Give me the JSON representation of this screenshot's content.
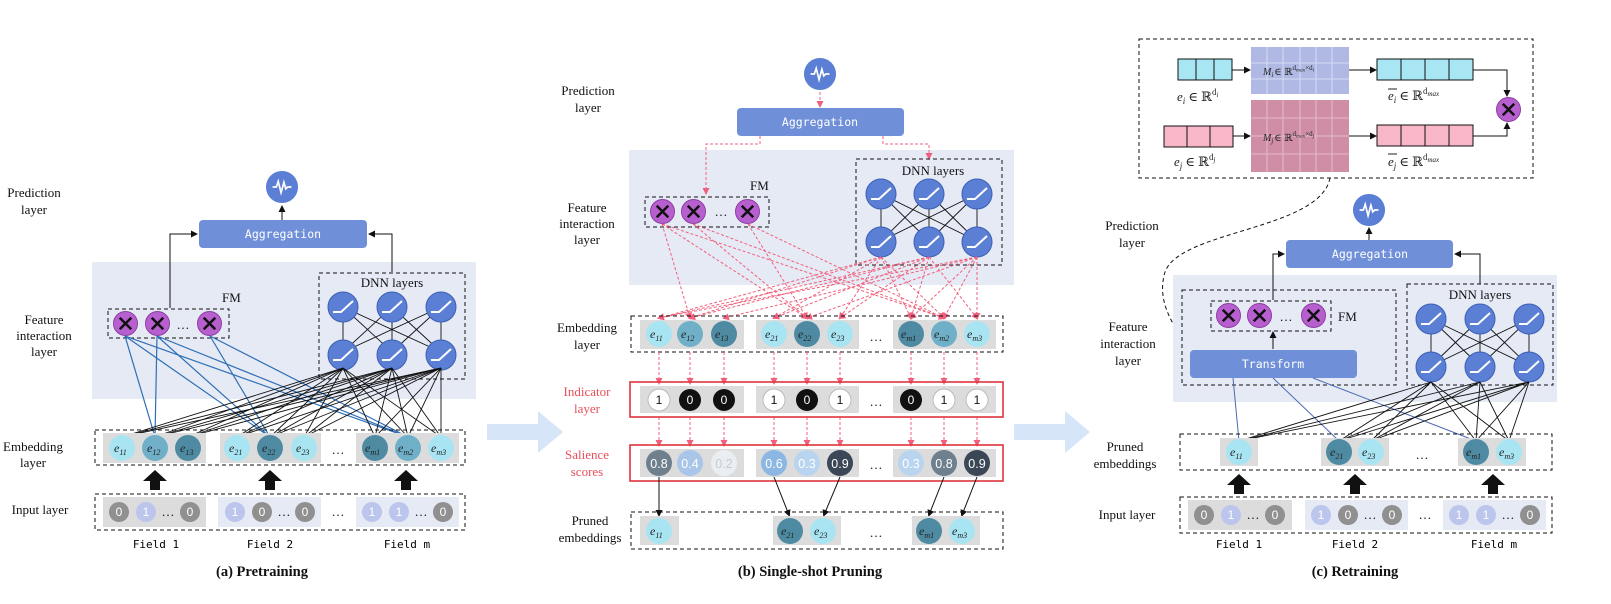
{
  "panel_a": {
    "caption": "(a) Pretraining",
    "prediction_layer": [
      "Prediction",
      "layer"
    ],
    "feature_interaction_layer": [
      "Feature",
      "interaction",
      "layer"
    ],
    "embedding_layer": [
      "Embedding",
      "layer"
    ],
    "input_layer": "Input layer",
    "aggregation": "Aggregation",
    "fm": "FM",
    "dnn": "DNN layers",
    "ellipsis": "…",
    "embeddings": [
      [
        "e",
        "11"
      ],
      [
        "e",
        "12"
      ],
      [
        "e",
        "13"
      ],
      [
        "e",
        "21"
      ],
      [
        "e",
        "22"
      ],
      [
        "e",
        "23"
      ],
      [
        "e",
        "m1"
      ],
      [
        "e",
        "m2"
      ],
      [
        "e",
        "m3"
      ]
    ],
    "inputs": [
      [
        "0",
        "1",
        "0"
      ],
      [
        "1",
        "0",
        "0"
      ],
      [
        "1",
        "1",
        "0"
      ]
    ],
    "fields": [
      "Field 1",
      "Field 2",
      "Field m"
    ]
  },
  "panel_b": {
    "caption": "(b) Single-shot Pruning",
    "prediction_layer": [
      "Prediction",
      "layer"
    ],
    "feature_interaction_layer": [
      "Feature",
      "interaction",
      "layer"
    ],
    "embedding_layer": [
      "Embedding",
      "layer"
    ],
    "indicator_layer": [
      "Indicator",
      "layer"
    ],
    "salience_scores": [
      "Salience",
      "scores"
    ],
    "pruned_embeddings": [
      "Pruned",
      "embeddings"
    ],
    "aggregation": "Aggregation",
    "fm": "FM",
    "dnn": "DNN layers",
    "ellipsis": "…",
    "embeddings": [
      [
        "e",
        "11"
      ],
      [
        "e",
        "12"
      ],
      [
        "e",
        "13"
      ],
      [
        "e",
        "21"
      ],
      [
        "e",
        "22"
      ],
      [
        "e",
        "23"
      ],
      [
        "e",
        "m1"
      ],
      [
        "e",
        "m2"
      ],
      [
        "e",
        "m3"
      ]
    ],
    "indicators": [
      "1",
      "0",
      "0",
      "1",
      "0",
      "1",
      "0",
      "1",
      "1"
    ],
    "scores": [
      "0.8",
      "0.4",
      "0.2",
      "0.6",
      "0.3",
      "0.9",
      "0.3",
      "0.8",
      "0.9"
    ],
    "pruned": [
      [
        "e",
        "11"
      ],
      [
        "e",
        "21"
      ],
      [
        "e",
        "23"
      ],
      [
        "e",
        "m1"
      ],
      [
        "e",
        "m3"
      ]
    ]
  },
  "panel_c": {
    "caption": "(c) Retraining",
    "prediction_layer": [
      "Prediction",
      "layer"
    ],
    "feature_interaction_layer": [
      "Feature",
      "interaction",
      "layer"
    ],
    "pruned_embeddings": [
      "Pruned",
      "embeddings"
    ],
    "input_layer": "Input layer",
    "aggregation": "Aggregation",
    "transform": "Transform",
    "fm": "FM",
    "dnn": "DNN layers",
    "ellipsis": "…",
    "embeddings": [
      [
        "e",
        "11"
      ],
      [
        "e",
        "21"
      ],
      [
        "e",
        "23"
      ],
      [
        "e",
        "m1"
      ],
      [
        "e",
        "m3"
      ]
    ],
    "inputs": [
      [
        "0",
        "1",
        "0"
      ],
      [
        "1",
        "0",
        "0"
      ],
      [
        "1",
        "1",
        "0"
      ]
    ],
    "fields": [
      "Field 1",
      "Field 2",
      "Field m"
    ],
    "inset": {
      "ei": "e",
      "ei_sub": "i",
      "ei_set": "∈ ℝ",
      "ei_sup": "d",
      "ei_supsub": "i",
      "ej": "e",
      "ej_sub": "j",
      "ej_sup": "d",
      "ej_supsub": "j",
      "Mi": "M",
      "Mi_sub": "i",
      "Mj": "M",
      "Mj_sub": "j",
      "M_set": "∈ ℝ",
      "M_sup_i": "d",
      "M_sup_i_sub": "max",
      "M_sup_i_tail": "×d",
      "M_sup_i_tail_sub": "i",
      "M_sup_j_tail_sub": "j",
      "out_sup": "d",
      "out_sup_sub": "max"
    }
  },
  "colors": {
    "block_blue": "#6f8fd8",
    "panel_bg": "#e6eaf5",
    "fm_purple": "#b85fcf",
    "emb_light": "#a9e4f2",
    "emb_mid": "#6fb0c8",
    "emb_dark": "#4e8ba3",
    "input_gray": "#909090",
    "input_lav": "#bcc5ec",
    "pink_dash": "#f0607c",
    "red_box": "#e0343e",
    "arrow_blue": "#d6e6f8",
    "cyan_vec": "#a8e6f3",
    "pink_vec": "#f7b7c8",
    "matrix_blue": "#b0b8e4",
    "matrix_pink": "#cf8ea5"
  }
}
